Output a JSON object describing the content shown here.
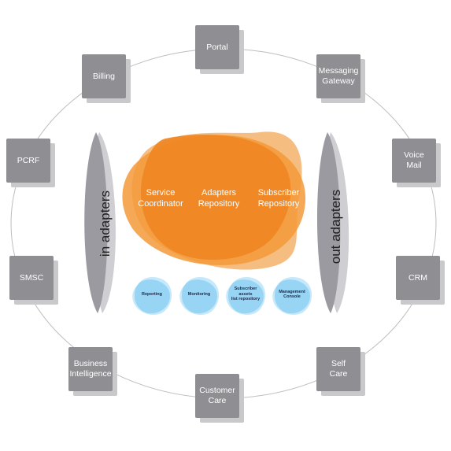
{
  "outer_nodes": [
    {
      "id": "portal",
      "label": "Portal"
    },
    {
      "id": "messaging-gateway",
      "label": "Messaging\nGateway"
    },
    {
      "id": "voice-mail",
      "label": "Voice\nMail"
    },
    {
      "id": "crm",
      "label": "CRM"
    },
    {
      "id": "self-care",
      "label": "Self\nCare"
    },
    {
      "id": "customer-care",
      "label": "Customer\nCare"
    },
    {
      "id": "business-intelligence",
      "label": "Business\nIntelligence"
    },
    {
      "id": "smsc",
      "label": "SMSC"
    },
    {
      "id": "pcrf",
      "label": "PCRF"
    },
    {
      "id": "billing",
      "label": "Billing"
    }
  ],
  "adapters": {
    "in_label": "in adapters",
    "out_label": "out adapters"
  },
  "core": {
    "items": [
      "Service\nCoordinator",
      "Adapters\nRepository",
      "Subscriber\nRepository"
    ]
  },
  "tools": [
    "Reporting",
    "Monitoring",
    "Subscriber\nassets\nlist repository",
    "Management\nConsole"
  ],
  "colors": {
    "box": "#8f8f93",
    "box_shadow": "#c9c9cb",
    "orange": "#f08a24",
    "orange_light": "#f5b26b",
    "blue": "#8fd0f2",
    "blue_light": "#c5e8fa",
    "ring": "#b5b5b5",
    "adapter": "#9a9aa0"
  }
}
